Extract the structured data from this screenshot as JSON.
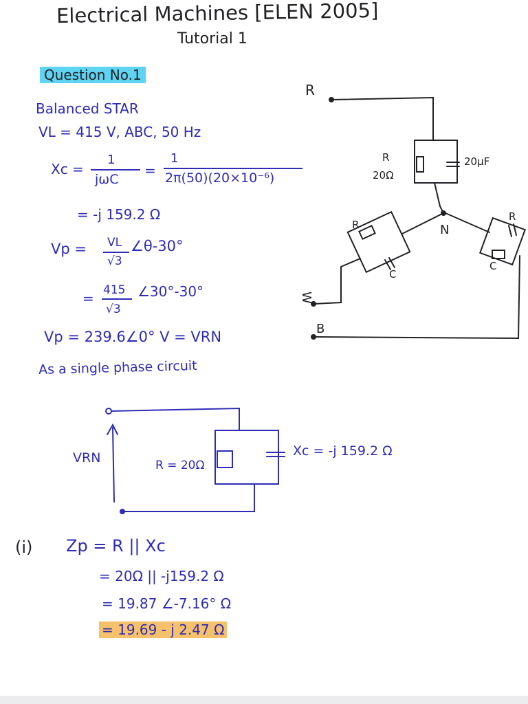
{
  "header": {
    "title": "Electrical Machines [ELEN 2005]",
    "subtitle": "Tutorial 1"
  },
  "question": {
    "label": "Question No.1",
    "lines": [
      "Balanced STAR",
      "VL = 415 V, ABC, 50 Hz",
      "Xc =",
      "1",
      "jωC",
      "=",
      "1",
      "2π(50)(20×10⁻⁶)",
      "= -j 159.2 Ω",
      "Vp =",
      "VL",
      "√3",
      "∠θ-30°",
      "=",
      "415",
      "√3",
      "∠30°-30°",
      "Vp = 239.6∠0° V = VRN",
      "As a single phase circuit"
    ]
  },
  "star_diagram": {
    "labels": {
      "r_terminal": "R",
      "w_terminal": "W",
      "b_terminal": "B",
      "neutral": "N",
      "r_top": "R",
      "r_value": "20Ω",
      "c_value": "20μF",
      "r_left": "R",
      "c_left": "C",
      "r_right": "R",
      "c_right": "C"
    }
  },
  "single_phase": {
    "labels": {
      "voltage": "VRN",
      "resistor": "R = 20Ω",
      "capacitor": "Xc = -j 159.2 Ω"
    }
  },
  "part_i": {
    "lines": [
      "(i)",
      "Zp = R || Xc",
      "= 20Ω || -j159.2 Ω",
      "= 19.87 ∠-7.16° Ω",
      "= 19.69 - j 2.47 Ω"
    ]
  },
  "colors": {
    "ink_blue": "#2e2bb5",
    "ink_black": "#222226",
    "highlight_blue": "#5fd3f2",
    "highlight_orange": "#f7c16b"
  }
}
